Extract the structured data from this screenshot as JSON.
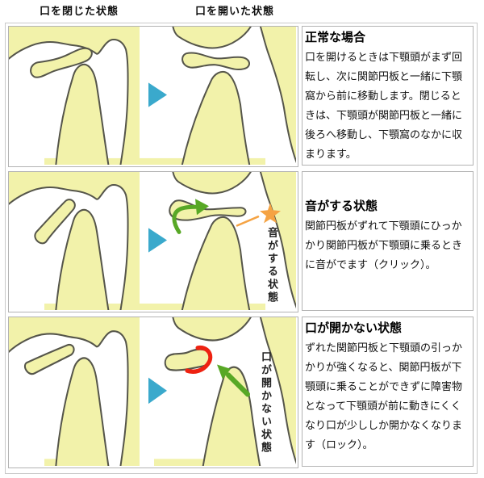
{
  "header": {
    "closed_state_label": "口を閉じた状態",
    "open_state_label": "口を開いた状態"
  },
  "colors": {
    "bone": "#f2f2aa",
    "outline": "#55554a",
    "arrow_blue": "#3aa9cc",
    "arrow_green": "#58a826",
    "star_orange": "#f5a343",
    "highlight_red": "#ee2211"
  },
  "rows": [
    {
      "title": "正常な場合",
      "body": "口を開けるときは下顎頭がまず回転し、次に関節円板と一緒に下顎窩から前に移動します。閉じるときは、下顎頭が関節円板と一緒に後ろへ移動し、下顎窩のなかに収まります。",
      "diagram_annotation": ""
    },
    {
      "title": "音がする状態",
      "body": "関節円板がずれて下顎頭にひっかかり関節円板が下顎頭に乗るときに音がでます（クリック）。",
      "diagram_annotation": "音がする状態"
    },
    {
      "title": "口が開かない状態",
      "body": "ずれた関節円板と下顎頭の引っかかりが強くなると、関節円板が下顎頭に乗ることができずに障害物となって下顎頭が前に動きにくくなり口が少ししか開かなくなります（ロック）。",
      "diagram_annotation": "口が開かない状態"
    }
  ]
}
